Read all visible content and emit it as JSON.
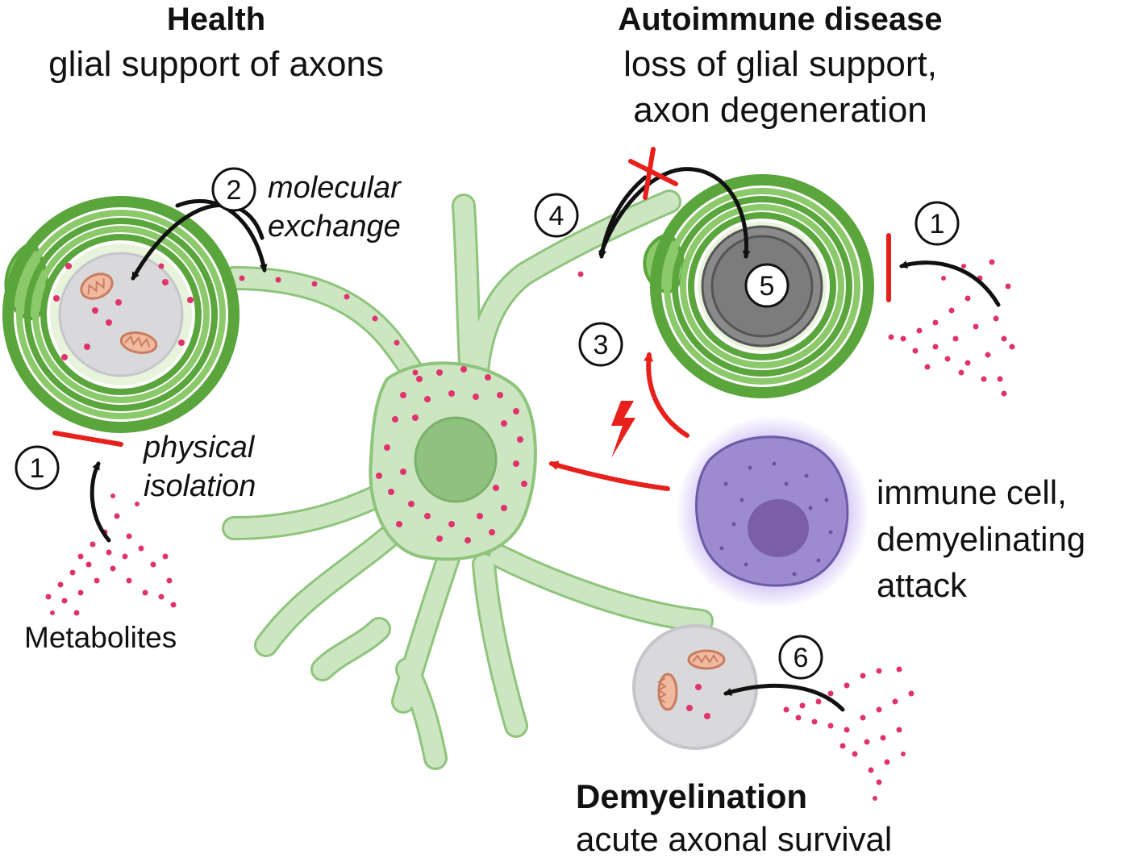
{
  "panels": {
    "health": {
      "heading": "Health",
      "subheading": "glial support of axons"
    },
    "autoimmune": {
      "heading": "Autoimmune disease",
      "subheading_line1": "loss of glial support,",
      "subheading_line2": "axon degeneration"
    },
    "demyelination": {
      "heading": "Demyelination",
      "subheading": "acute axonal survival"
    }
  },
  "labels": {
    "molecular_exchange_line1": "molecular",
    "molecular_exchange_line2": "exchange",
    "physical_isolation_line1": "physical",
    "physical_isolation_line2": "isolation",
    "metabolites": "Metabolites",
    "immune_cell_line1": "immune cell,",
    "immune_cell_line2": "demyelinating",
    "immune_cell_line3": "attack"
  },
  "step_numbers": {
    "health_isolation": "1",
    "health_exchange": "2",
    "disease_isolation": "1",
    "immune_attack": "3",
    "exchange_blocked": "4",
    "axon_degeneration": "5",
    "demyelinated_survival": "6"
  },
  "colors": {
    "myelin_dark": "#5aa53c",
    "myelin_light": "#8bc96b",
    "glia_cell": "#cde6c2",
    "glia_outline": "#8ec47c",
    "glia_nucleus": "#8fc27e",
    "metabolite": "#e0336e",
    "inhibition_red": "#e8201c",
    "immune_cell": "#9d8bd0",
    "immune_nucleus": "#7a5ea8",
    "axon_healthy": "#d9d9dc",
    "axon_degenerated": "#7c7c7c"
  }
}
